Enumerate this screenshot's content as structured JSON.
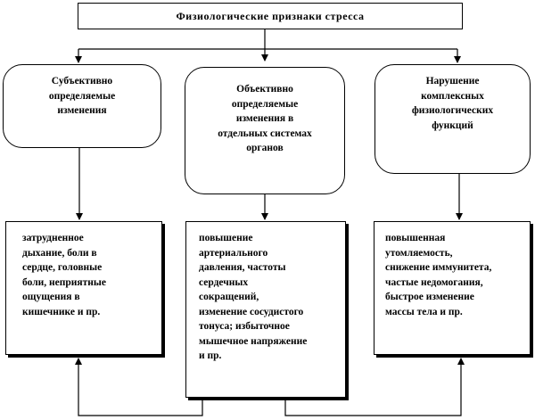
{
  "title": "Физиологические признаки стресса",
  "categories": [
    {
      "text": "Субъективно\nопределяемые\nизменения"
    },
    {
      "text": "Объективно\nопределяемые\nизменения в\nотдельных системах\nорганов"
    },
    {
      "text": "Нарушение\nкомплексных\nфизиологических\nфункций"
    }
  ],
  "effects": [
    {
      "text": "затрудненное\nдыхание,  боли в\nсердце, головные\nболи, неприятные\nощущения  в\nкишечнике  и пр."
    },
    {
      "text": "повышение\nартериального\nдавления, частоты\nсердечных\nсокращений,\nизменение  сосудистого\nтонуса; избыточное\nмышечное напряжение\nи пр."
    },
    {
      "text": "повышенная\nутомляемость,\nснижение  иммунитета,\nчастые недомогания,\nбыстрое изменение\nмассы тела и пр."
    }
  ]
}
